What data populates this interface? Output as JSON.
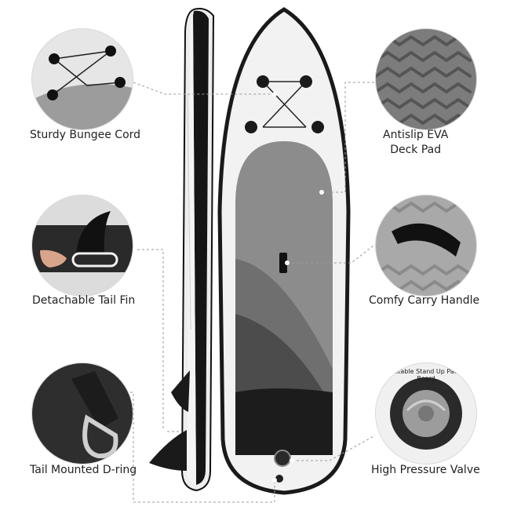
{
  "features": {
    "bungee": {
      "label": "Sturdy Bungee Cord",
      "icon": "bungee-cord-closeup"
    },
    "deckpad": {
      "label_line1": "Antislip EVA",
      "label_line2": "Deck Pad",
      "icon": "deck-pad-texture-closeup"
    },
    "tailfin": {
      "label": "Detachable Tail Fin",
      "icon": "tail-fin-closeup"
    },
    "handle": {
      "label": "Comfy Carry Handle",
      "icon": "carry-handle-closeup"
    },
    "dring": {
      "label": "Tail Mounted D-ring",
      "icon": "d-ring-closeup"
    },
    "valve": {
      "label": "High Pressure Valve",
      "icon": "pressure-valve-closeup",
      "ring_text_top": "Inflatable Stand Up Paddle Board"
    }
  },
  "colors": {
    "board_white": "#f2f2f2",
    "board_outline": "#1a1a1a",
    "deck_light": "#8c8c8c",
    "deck_mid": "#5e5e5e",
    "deck_dark": "#1c1c1c",
    "leader_line": "#9a9a9a"
  }
}
